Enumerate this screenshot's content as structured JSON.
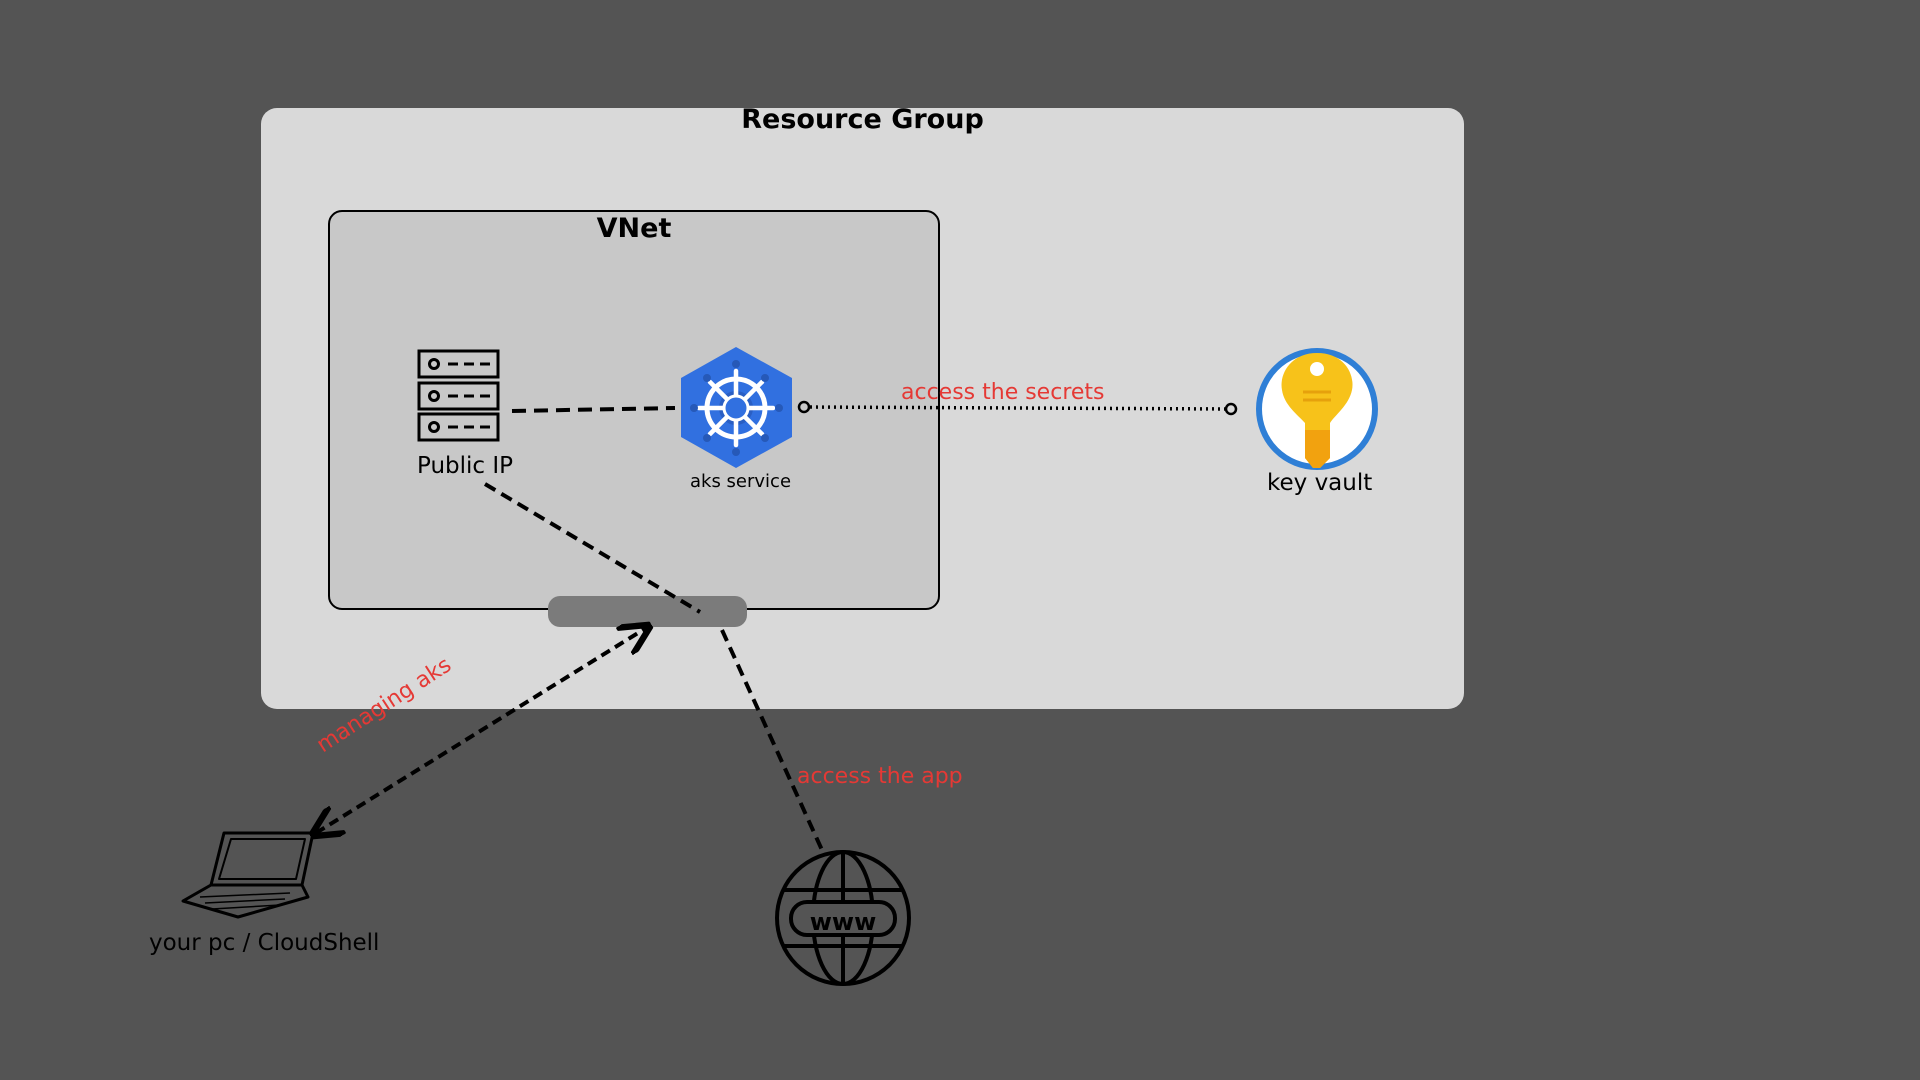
{
  "resource_group": {
    "title": "Resource Group"
  },
  "vnet": {
    "title": "VNet"
  },
  "nodes": {
    "public_ip": "Public IP",
    "aks_service": "aks service",
    "key_vault": "key vault",
    "your_pc": "your pc / CloudShell"
  },
  "connections": {
    "access_secrets": "access the secrets",
    "managing_aks": "managing aks",
    "access_app": "access the app"
  },
  "icons": {
    "public_ip": "server-icon",
    "aks_service": "kubernetes-icon",
    "key_vault": "key-vault-icon",
    "your_pc": "laptop-icon",
    "internet": "globe-www-icon"
  },
  "colors": {
    "background": "#545454",
    "resource_group": "#d9d9d9",
    "vnet": "#c8c8c8",
    "annotation": "#e53935",
    "kubernetes_blue": "#3170e0",
    "key_blue": "#2f7fd6",
    "key_yellow": "#f7c21a"
  },
  "globe_text": "www"
}
